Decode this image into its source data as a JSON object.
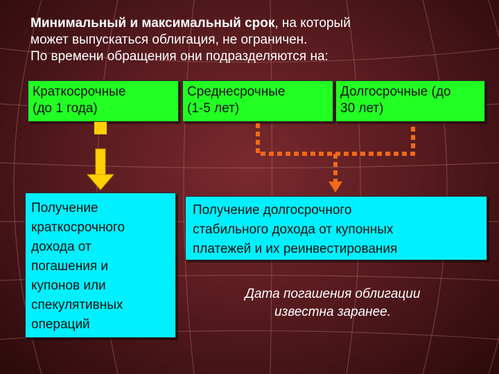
{
  "header": {
    "line1_bold": "Минимальный и максимальный срок",
    "line1_rest": ", на который",
    "line2": "может выпускаться облигация, не ограничен.",
    "line3": "По времени обращения они подразделяются на:"
  },
  "categories": {
    "short": {
      "line1": "Краткосрочные",
      "line2": "(до 1 года)"
    },
    "medium": {
      "line1": "Среднесрочные",
      "line2": "(1-5 лет)"
    },
    "long": {
      "line1": "Долгосрочные (до",
      "line2": "30 лет)"
    }
  },
  "outcomes": {
    "short": [
      "Получение",
      "краткосрочного",
      "дохода от",
      "погашения и",
      "купонов или",
      "спекулятивных",
      "операций"
    ],
    "long": [
      "Получение долгосрочного",
      "стабильного дохода от купонных",
      "платежей и их реинвестирования"
    ]
  },
  "note": {
    "line1": "Дата погашения облигации",
    "line2": "известна заранее."
  },
  "colors": {
    "green_box": "#22ff22",
    "cyan_box": "#00f0ff",
    "yellow_arrow": "#ffd000",
    "orange_arrow": "#f06a1a",
    "background": "#5a1c20"
  }
}
